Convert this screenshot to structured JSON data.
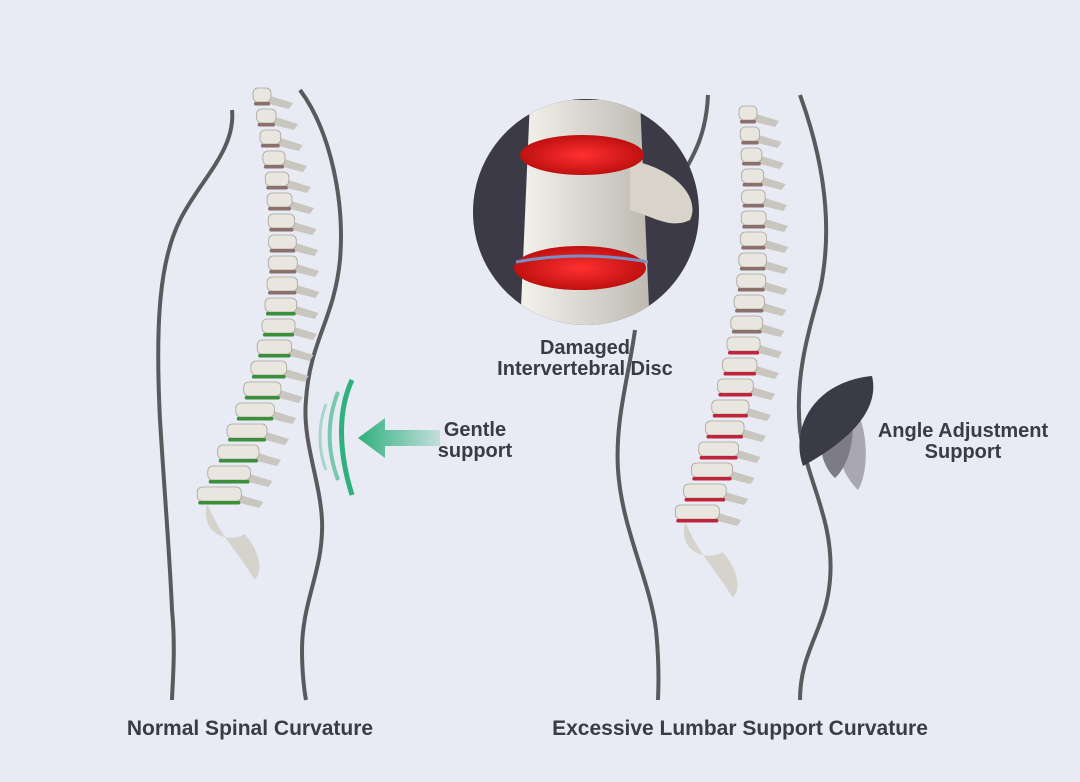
{
  "captions": {
    "left": "Normal Spinal Curvature",
    "right": "Excessive Lumbar Support Curvature"
  },
  "callouts": {
    "disc_line1": "Damaged",
    "disc_line2": "Intervertebral Disc",
    "gentle_line1": "Gentle",
    "gentle_line2": "support",
    "angle_line1": "Angle Adjustment",
    "angle_line2": "Support"
  },
  "colors": {
    "background": "#e8eaf4",
    "outline": "#5a5a5e",
    "healthy_disc": "#3a8f3a",
    "damaged_disc": "#c0243a",
    "arrow": "#3cb88a",
    "support": "#3b3a47"
  }
}
